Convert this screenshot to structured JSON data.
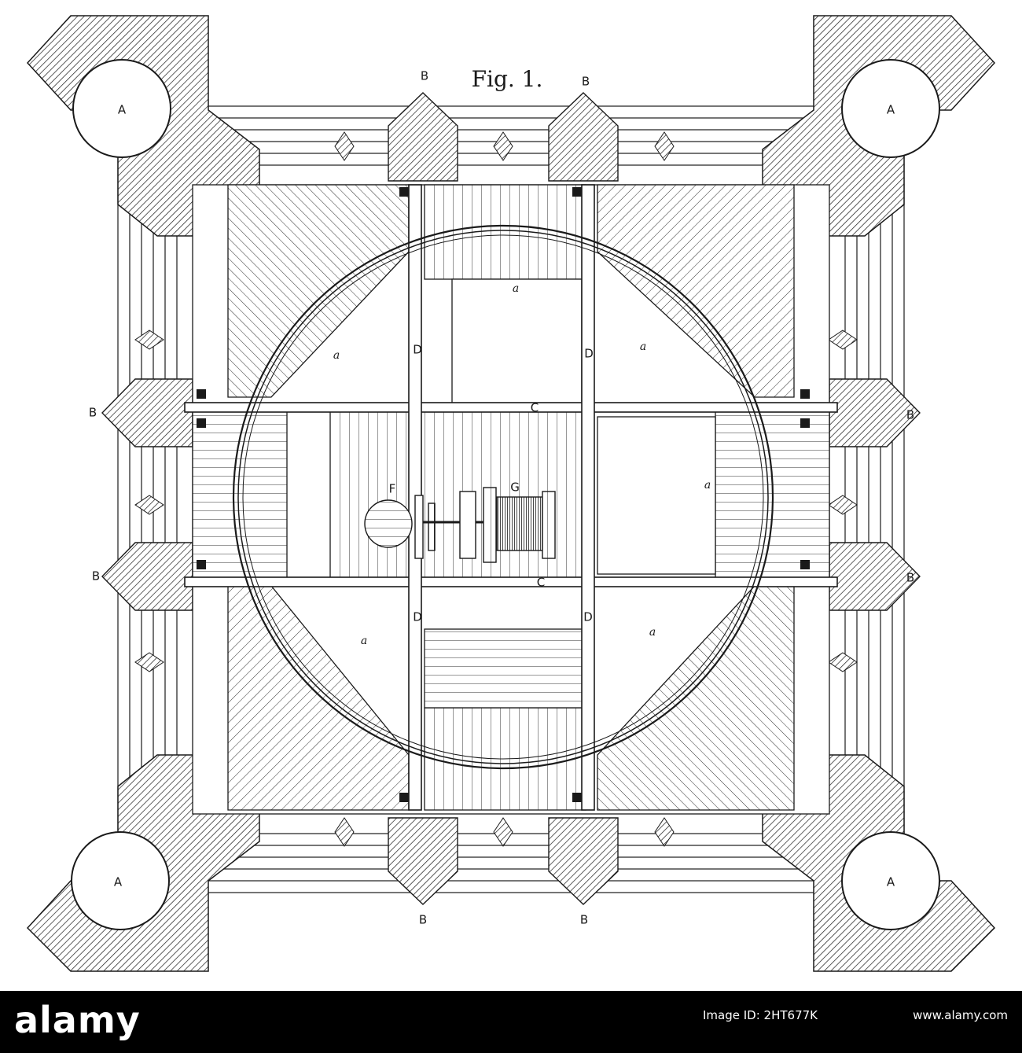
{
  "figure": {
    "title": "Fig. 1.",
    "labels": {
      "tower": "A",
      "buttress": "B",
      "crossbeam": "C",
      "upright": "D",
      "frame": "a",
      "drum": "F",
      "winch": "G"
    }
  },
  "footer": {
    "brand": "alamy",
    "image_id": "Image ID: 2HT677K",
    "host": "www.alamy.com"
  },
  "colors": {
    "ink": "#1a1a1a",
    "paper": "#ffffff",
    "footer_bg": "#000000"
  }
}
